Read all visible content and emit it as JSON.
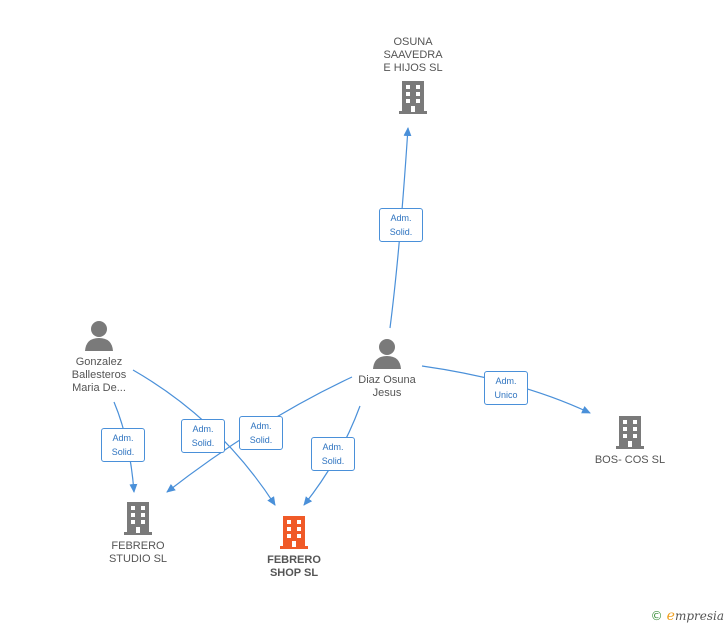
{
  "nodes": {
    "osuna": {
      "label": "OSUNA\nSAAVEDRA\nE HIJOS SL",
      "kind": "company"
    },
    "gonzalez": {
      "label": "Gonzalez\nBallesteros\nMaria De...",
      "kind": "person"
    },
    "diaz": {
      "label": "Diaz Osuna\nJesus",
      "kind": "person"
    },
    "boscos": {
      "label": "BOS- COS  SL",
      "kind": "company"
    },
    "febrero_studio": {
      "label": "FEBRERO\nSTUDIO  SL",
      "kind": "company"
    },
    "febrero_shop": {
      "label": "FEBRERO\nSHOP  SL",
      "kind": "company-focus"
    }
  },
  "edges": [
    {
      "from": "diaz",
      "to": "osuna",
      "label": "Adm.\nSolid."
    },
    {
      "from": "diaz",
      "to": "boscos",
      "label": "Adm.\nUnico"
    },
    {
      "from": "diaz",
      "to": "febrero_studio",
      "label": "Adm.\nSolid."
    },
    {
      "from": "diaz",
      "to": "febrero_shop",
      "label": "Adm.\nSolid."
    },
    {
      "from": "gonzalez",
      "to": "febrero_studio",
      "label": "Adm.\nSolid."
    },
    {
      "from": "gonzalez",
      "to": "febrero_shop",
      "label": "Adm.\nSolid."
    }
  ],
  "colors": {
    "edge": "#4a90d9",
    "icon": "#7a7a7a",
    "focus_icon": "#f05a28"
  },
  "footer": {
    "copyright": "©",
    "brand_initial": "e",
    "brand": "mpresia"
  }
}
